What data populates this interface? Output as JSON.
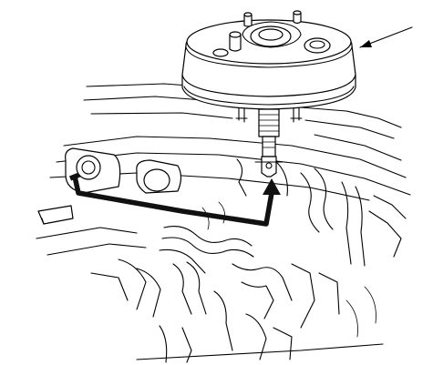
{
  "diagram": {
    "labels": [],
    "colors": {
      "line": "#000000",
      "background": "#ffffff",
      "path_arrow": "#111111"
    },
    "parts": [
      "brake-booster",
      "booster-mounting-studs",
      "booster-pushrod",
      "clevis",
      "engine-compartment-firewall",
      "removal-path-arrow",
      "leader-line"
    ]
  }
}
